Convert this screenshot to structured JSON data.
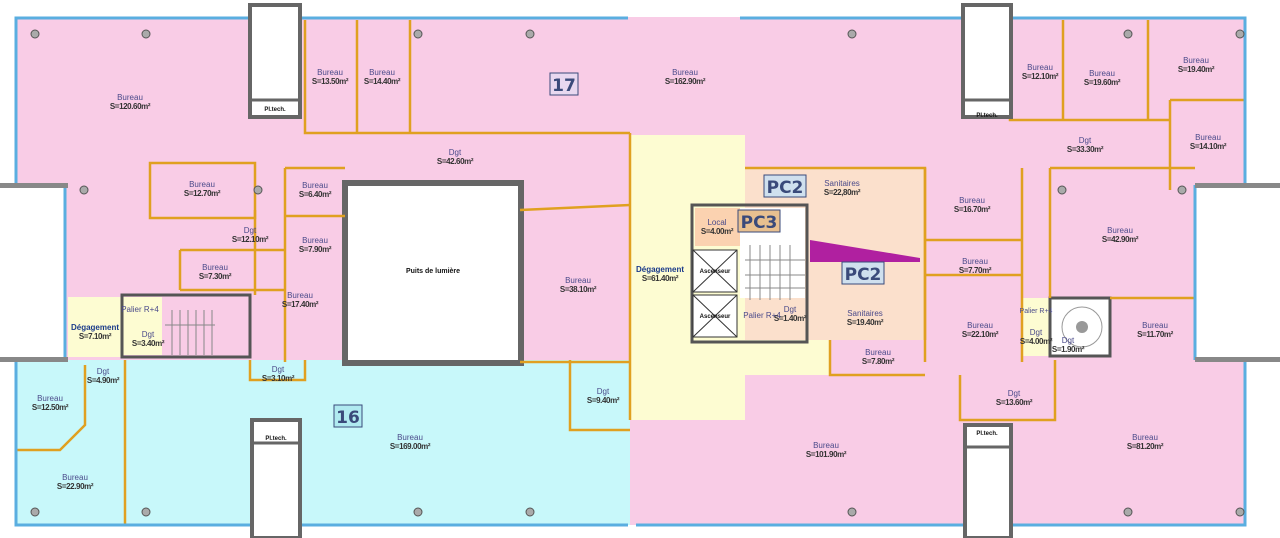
{
  "colors": {
    "office": "#f9cce6",
    "common": "#fdfcd2",
    "sanitary": "#fbe0cc",
    "zone16": "#c8f8fa",
    "partition": "#e0a020",
    "window": "#5aaee0",
    "wall": "#888888"
  },
  "zones": {
    "z17": "17",
    "z16": "16",
    "pc2_top": "PC2",
    "pc3": "PC3",
    "pc2_bottom": "PC2"
  },
  "lightwell": "Puits de lumière",
  "lifts": [
    "Ascenseur",
    "Ascenseur"
  ],
  "shafts": [
    "Pl.tech.",
    "Pl.tech.",
    "Pl.tech.",
    "Pl.tech."
  ],
  "rooms": [
    {
      "name": "Bureau",
      "area": "S=120.60m²"
    },
    {
      "name": "Bureau",
      "area": "S=13.50m²"
    },
    {
      "name": "Bureau",
      "area": "S=14.40m²"
    },
    {
      "name": "Bureau",
      "area": "S=162.90m²"
    },
    {
      "name": "Dgt",
      "area": "S=42.60m²"
    },
    {
      "name": "Bureau",
      "area": "S=12.70m²"
    },
    {
      "name": "Bureau",
      "area": "S=6.40m²"
    },
    {
      "name": "Dgt",
      "area": "S=12.10m²"
    },
    {
      "name": "Bureau",
      "area": "S=7.90m²"
    },
    {
      "name": "Bureau",
      "area": "S=7.30m²"
    },
    {
      "name": "Bureau",
      "area": "S=17.40m²"
    },
    {
      "name": "Bureau",
      "area": "S=38.10m²"
    },
    {
      "name": "Dégagement",
      "area": "S=61.40m²"
    },
    {
      "name": "Local",
      "area": "S=4.00m²"
    },
    {
      "name": "Sanitaires",
      "area": "S=22,80m²"
    },
    {
      "name": "Sanitaires",
      "area": "S=19.40m²"
    },
    {
      "name": "Bureau",
      "area": "S=12.10m²"
    },
    {
      "name": "Bureau",
      "area": "S=19.60m²"
    },
    {
      "name": "Bureau",
      "area": "S=19.40m²"
    },
    {
      "name": "Dgt",
      "area": "S=33.30m²"
    },
    {
      "name": "Bureau",
      "area": "S=14.10m²"
    },
    {
      "name": "Bureau",
      "area": "S=16.70m²"
    },
    {
      "name": "Bureau",
      "area": "S=42.90m²"
    },
    {
      "name": "Bureau",
      "area": "S=7.70m²"
    },
    {
      "name": "Bureau",
      "area": "S=22.10m²"
    },
    {
      "name": "Bureau",
      "area": "S=11.70m²"
    },
    {
      "name": "Bureau",
      "area": "S=7.80m²"
    },
    {
      "name": "Dgt",
      "area": "S=13.60m²"
    },
    {
      "name": "Bureau",
      "area": "S=101.90m²"
    },
    {
      "name": "Bureau",
      "area": "S=81.20m²"
    },
    {
      "name": "Bureau",
      "area": "S=169.00m²"
    },
    {
      "name": "Bureau",
      "area": "S=12.50m²"
    },
    {
      "name": "Bureau",
      "area": "S=22.90m²"
    },
    {
      "name": "Dgt",
      "area": "S=4.90m²"
    },
    {
      "name": "Dgt",
      "area": "S=3.10m²"
    },
    {
      "name": "Dgt",
      "area": "S=9.40m²"
    },
    {
      "name": "Dégagement",
      "area": "S=7.10m²"
    },
    {
      "name": "Dgt",
      "area": "S=3.40m²"
    },
    {
      "name": "Dgt",
      "area": "S=1.40m²"
    },
    {
      "name": "Dgt",
      "area": "S=4.00m²"
    },
    {
      "name": "Dgt",
      "area": "S=1.90m²"
    }
  ],
  "landings": [
    "Palier R+4",
    "Palier R+4",
    "Palier R+4"
  ]
}
